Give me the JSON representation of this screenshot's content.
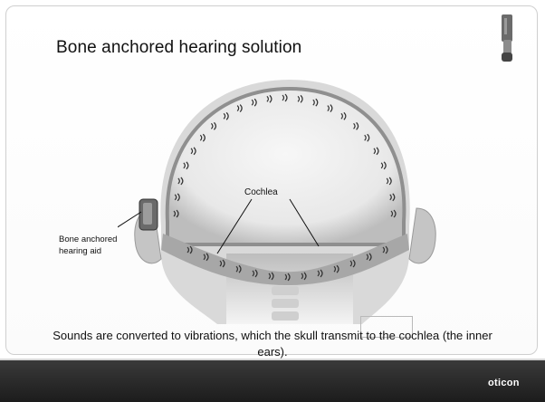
{
  "slide": {
    "title": "Bone anchored hearing solution",
    "caption": "Sounds are converted to vibrations, which the skull transmit to the cochlea (the inner ears).",
    "logo": "oticon"
  },
  "diagram": {
    "labels": {
      "cochlea": "Cochlea",
      "device": "Bone anchored hearing aid"
    },
    "icons": [
      "skull-xray-icon",
      "vibration-wave-icon",
      "hearing-device-icon"
    ]
  },
  "colors": {
    "footer": "#2a2a2a",
    "text": "#111111",
    "xray_light": "#f2f2f2",
    "xray_dark": "#777777"
  }
}
